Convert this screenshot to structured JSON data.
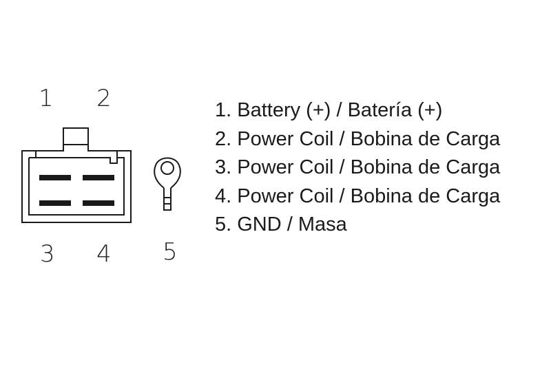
{
  "pins": {
    "p1": "1",
    "p2": "2",
    "p3": "3",
    "p4": "4",
    "p5": "5"
  },
  "legend": [
    "1. Battery (+) / Batería (+)",
    "2. Power Coil / Bobina de Carga",
    "3. Power Coil / Bobina de Carga",
    "4. Power Coil / Bobina de Carga",
    "5. GND / Masa"
  ],
  "colors": {
    "line": "#1a1a1a",
    "background": "#ffffff"
  }
}
